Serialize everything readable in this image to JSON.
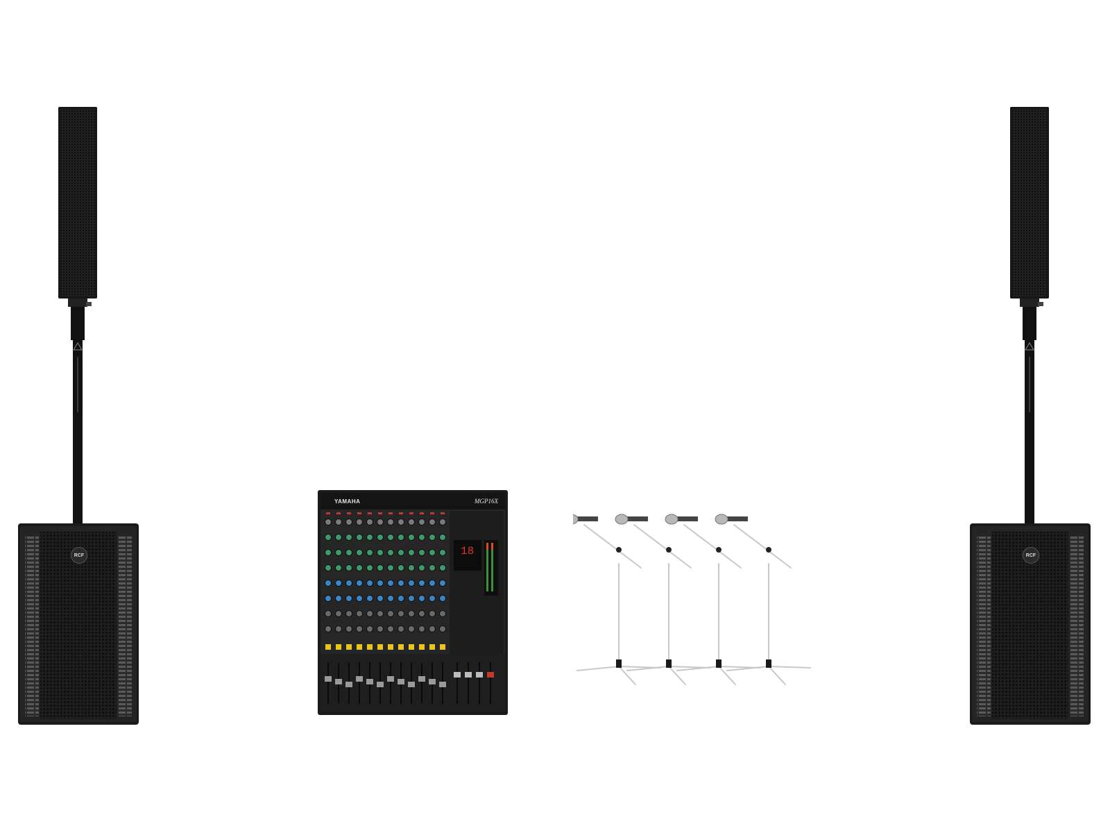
{
  "speakers": {
    "logo_text": "RCF",
    "cabinet_color": "#1c1c1c",
    "pole_color": "#111111"
  },
  "mixer": {
    "brand_text": "YAMAHA",
    "model_text": "MGP16X",
    "body_color": "#1b1b1b",
    "accent_color": "#e8c51c"
  },
  "microphones": {
    "count": 4,
    "stand_color": "#c8c8c8"
  }
}
